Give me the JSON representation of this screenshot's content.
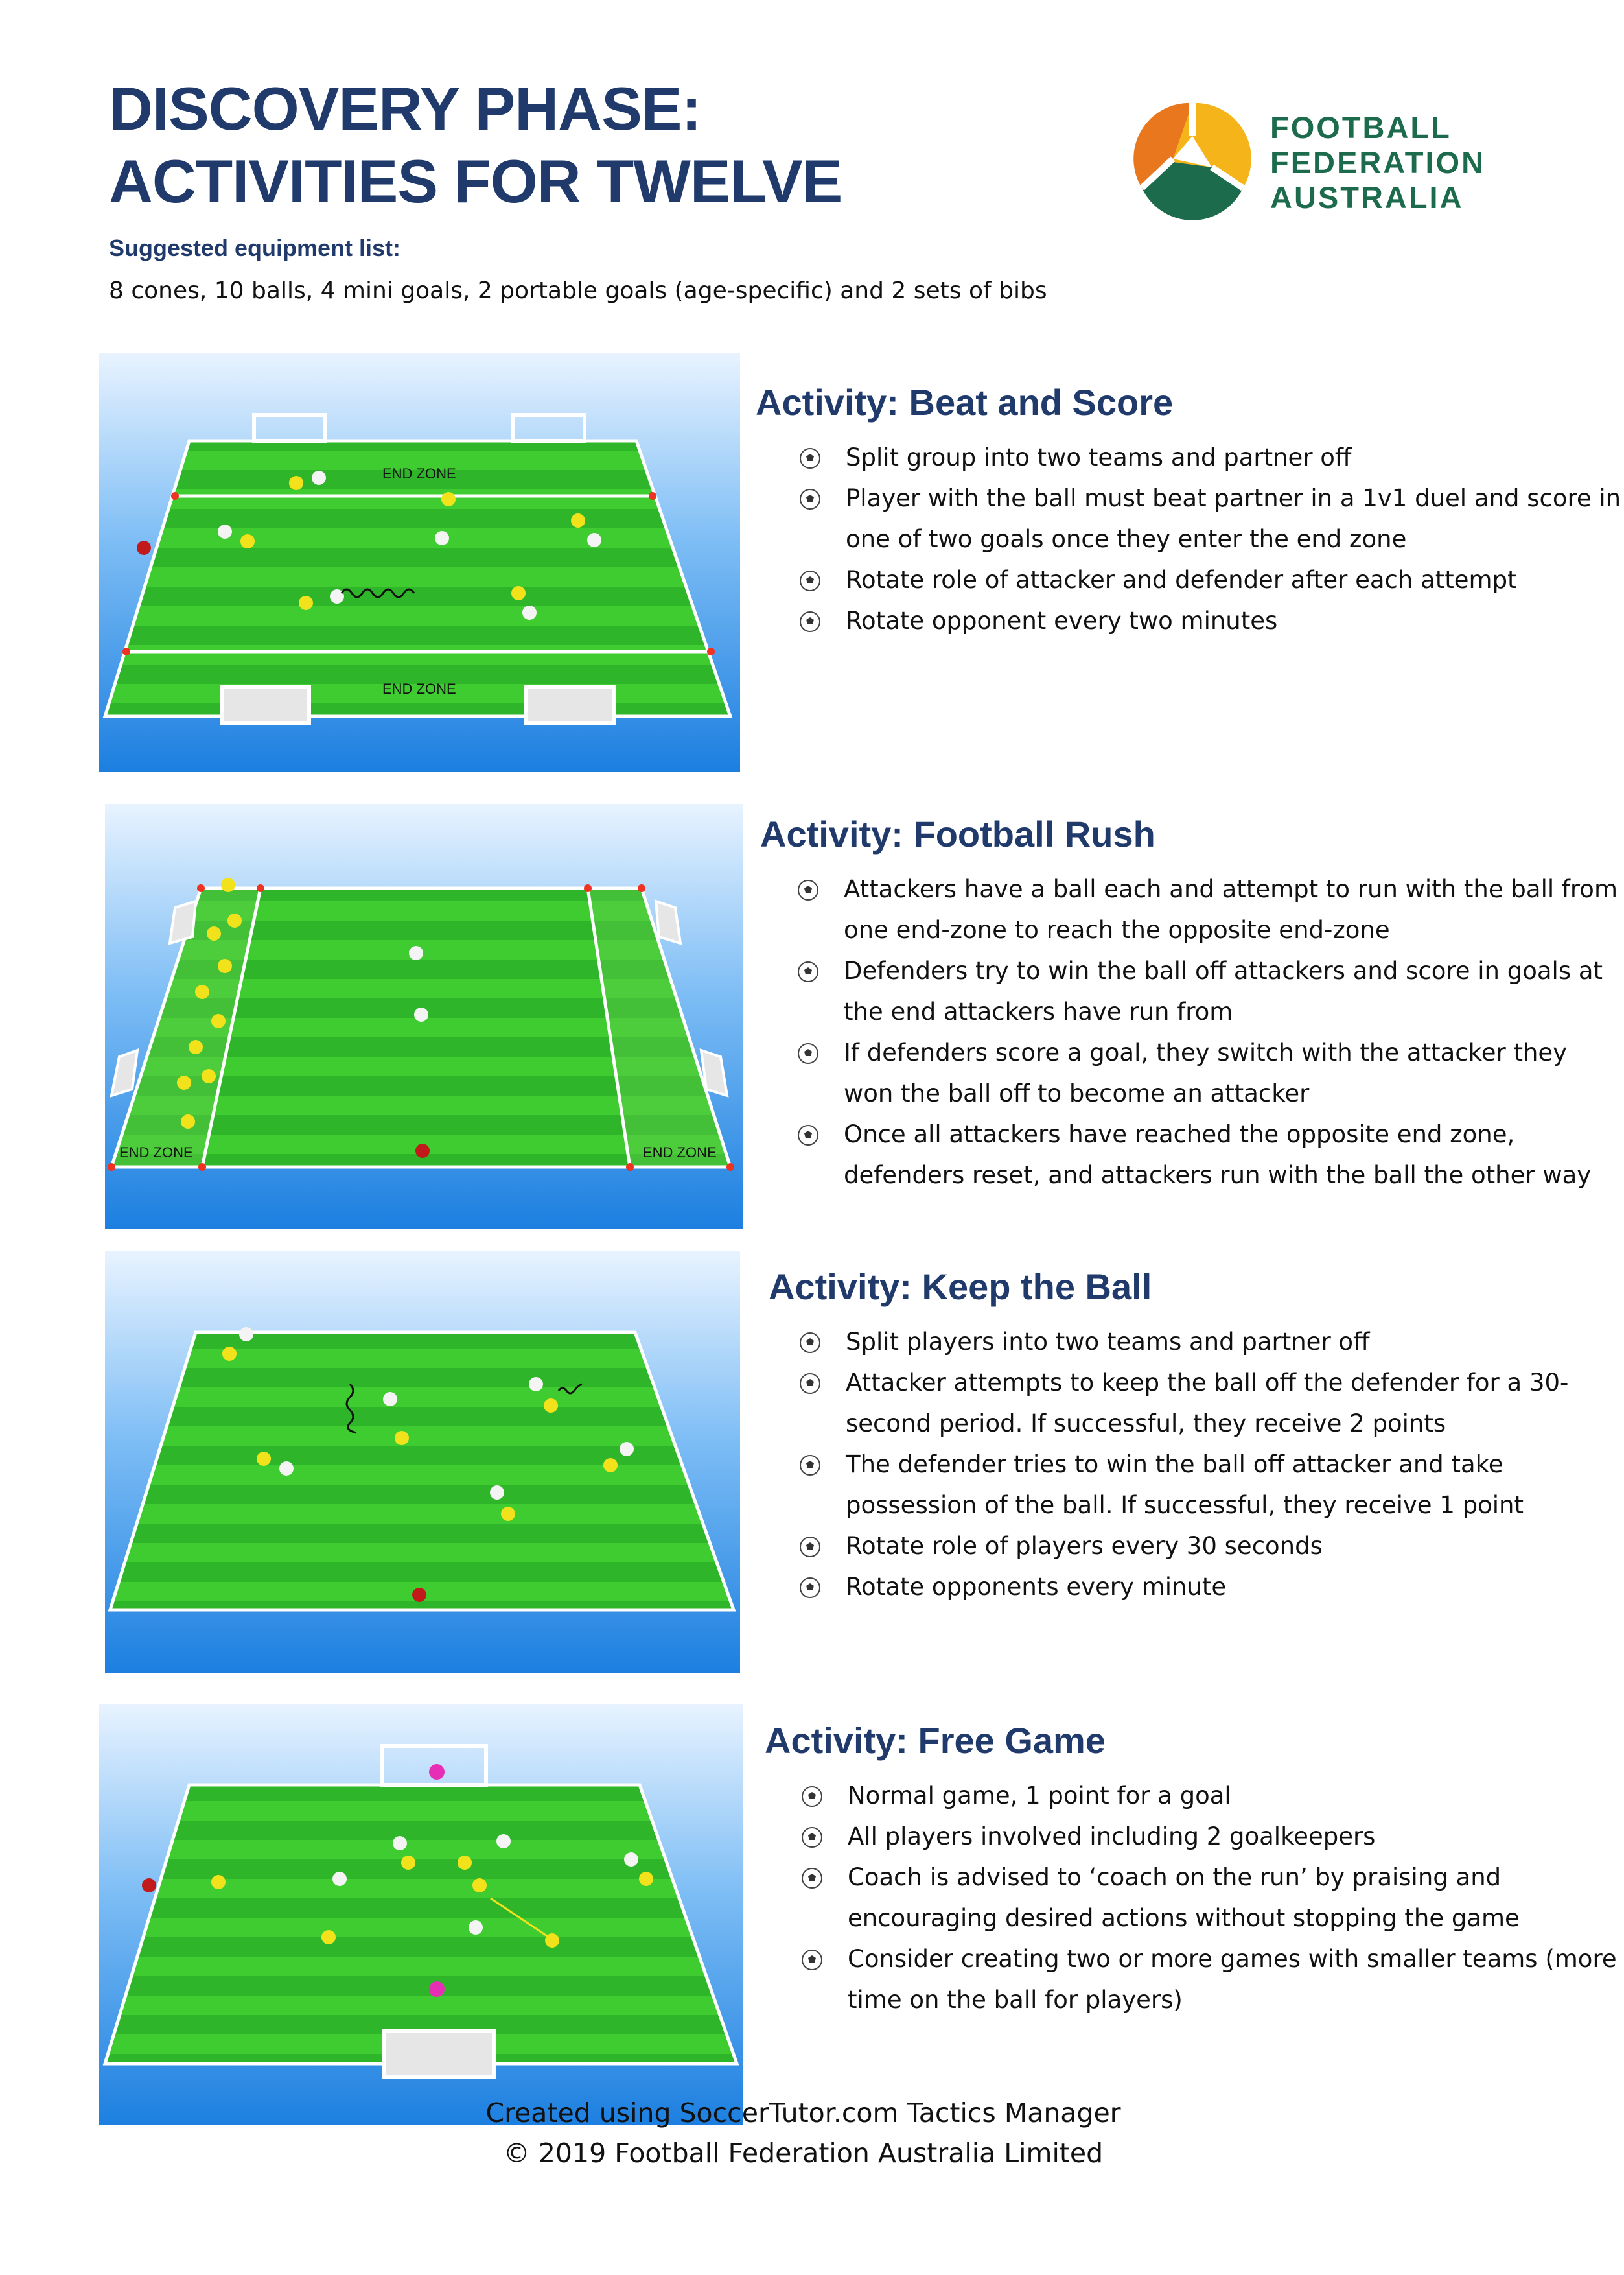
{
  "header": {
    "title_line1": "DISCOVERY PHASE:",
    "title_line2": "ACTIVITIES FOR TWELVE",
    "equipment_heading": "Suggested equipment list:",
    "equipment_text": "8 cones, 10 balls, 4 mini goals, 2 portable goals (age-specific) and 2 sets of bibs"
  },
  "logo": {
    "line1": "FOOTBALL",
    "line2": "FEDERATION",
    "line3": "AUSTRALIA",
    "colors": {
      "gold": "#f5b51a",
      "orange": "#e8771e",
      "green": "#1d6b4d"
    }
  },
  "colors": {
    "title_navy": "#1f3a6b",
    "pitch_green": "#2fb52a",
    "pitch_stripe": "#3fcc30",
    "sky_blue": "#1c8ae8",
    "attacker_yellow": "#f2e21b",
    "defender_white": "#f4f4f4"
  },
  "activities": [
    {
      "title": "Activity: Beat and Score",
      "zone_labels": [
        "END ZONE",
        "END ZONE"
      ],
      "bullets": [
        "Split group into two teams and partner off",
        "Player with the ball must beat partner in a 1v1 duel and score in one of two goals once they enter the end zone",
        " Rotate role of attacker and defender after each attempt",
        "Rotate opponent every two minutes"
      ]
    },
    {
      "title": "Activity: Football Rush",
      "zone_labels": [
        "END ZONE",
        "END ZONE"
      ],
      "bullets": [
        "Attackers have a ball each and attempt to run with the ball from one end-zone to reach the opposite end-zone",
        "Defenders try to win the ball off attackers and score in goals at the end attackers have run from",
        "If defenders score a goal, they switch with the attacker they won the ball off to become an attacker",
        "Once all attackers have reached the opposite end zone, defenders reset, and attackers run with the ball the other way"
      ]
    },
    {
      "title": "Activity: Keep the Ball",
      "bullets": [
        "Split players into two teams and partner off",
        " Attacker attempts to keep the ball off the defender for a 30-second period. If successful, they receive 2 points",
        "The defender tries to win the ball off attacker and take possession of the ball. If successful, they receive 1 point",
        "Rotate role of players every 30 seconds",
        "Rotate opponents every minute"
      ]
    },
    {
      "title": "Activity: Free Game",
      "bullets": [
        "Normal game, 1 point for a goal",
        "All players involved including 2 goalkeepers",
        "Coach is advised to ‘coach on the run’ by praising and encouraging desired actions without stopping the game",
        "Consider creating two or more games with smaller teams (more time on the ball for players)"
      ]
    }
  ],
  "footer": {
    "line1": "Created using SoccerTutor.com Tactics Manager",
    "line2": "© 2019 Football Federation Australia Limited"
  }
}
